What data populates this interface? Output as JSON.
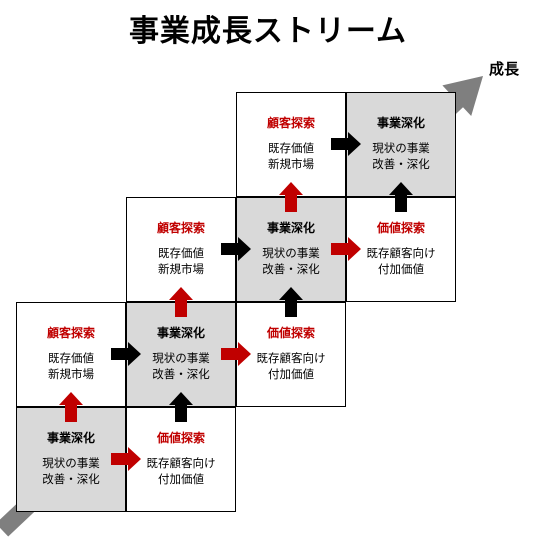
{
  "title": "事業成長ストリーム",
  "growth_label": "成長",
  "colors": {
    "red_arrow": "#c00000",
    "black_arrow": "#000000",
    "deepen_fill": "#d9d9d9",
    "growth_arrow": "#7f7f7f"
  },
  "cells": [
    {
      "type": "deepen",
      "col": 0,
      "row": 0,
      "title": "事業深化",
      "lines": [
        "現状の事業",
        "改善・深化"
      ]
    },
    {
      "type": "value",
      "col": 1,
      "row": 0,
      "title": "価値探索",
      "lines": [
        "既存顧客向け",
        "付加価値"
      ]
    },
    {
      "type": "customer",
      "col": 0,
      "row": 1,
      "title": "顧客探索",
      "lines": [
        "既存価値",
        "新規市場"
      ]
    },
    {
      "type": "deepen",
      "col": 1,
      "row": 1,
      "title": "事業深化",
      "lines": [
        "現状の事業",
        "改善・深化"
      ]
    },
    {
      "type": "value",
      "col": 2,
      "row": 1,
      "title": "価値探索",
      "lines": [
        "既存顧客向け",
        "付加価値"
      ]
    },
    {
      "type": "customer",
      "col": 1,
      "row": 2,
      "title": "顧客探索",
      "lines": [
        "既存価値",
        "新規市場"
      ]
    },
    {
      "type": "deepen",
      "col": 2,
      "row": 2,
      "title": "事業深化",
      "lines": [
        "現状の事業",
        "改善・深化"
      ]
    },
    {
      "type": "value",
      "col": 3,
      "row": 2,
      "title": "価値探索",
      "lines": [
        "既存顧客向け",
        "付加価値"
      ]
    },
    {
      "type": "customer",
      "col": 2,
      "row": 3,
      "title": "顧客探索",
      "lines": [
        "既存価値",
        "新規市場"
      ]
    },
    {
      "type": "deepen",
      "col": 3,
      "row": 3,
      "title": "事業深化",
      "lines": [
        "現状の事業",
        "改善・深化"
      ]
    }
  ],
  "arrows": [
    {
      "dir": "right",
      "color": "red",
      "from_col": 0,
      "row": 0
    },
    {
      "dir": "up",
      "color": "red",
      "col": 0,
      "from_row": 0
    },
    {
      "dir": "right",
      "color": "black",
      "from_col": 0,
      "row": 1
    },
    {
      "dir": "up",
      "color": "black",
      "col": 1,
      "from_row": 0
    },
    {
      "dir": "right",
      "color": "red",
      "from_col": 1,
      "row": 1
    },
    {
      "dir": "up",
      "color": "red",
      "col": 1,
      "from_row": 1
    },
    {
      "dir": "right",
      "color": "black",
      "from_col": 1,
      "row": 2
    },
    {
      "dir": "up",
      "color": "black",
      "col": 2,
      "from_row": 1
    },
    {
      "dir": "right",
      "color": "red",
      "from_col": 2,
      "row": 2
    },
    {
      "dir": "up",
      "color": "red",
      "col": 2,
      "from_row": 2
    },
    {
      "dir": "right",
      "color": "black",
      "from_col": 2,
      "row": 3
    },
    {
      "dir": "up",
      "color": "black",
      "col": 3,
      "from_row": 2
    }
  ]
}
